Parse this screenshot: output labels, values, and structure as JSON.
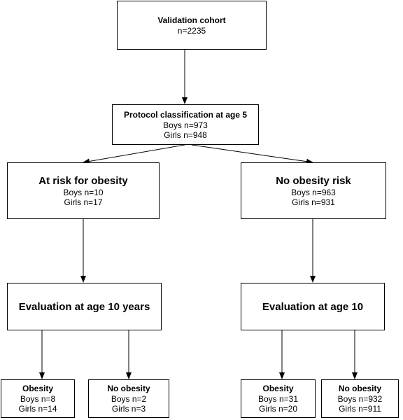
{
  "cohort": {
    "title": "Validation cohort",
    "n": "n=2235"
  },
  "protocol": {
    "title": "Protocol classification at age 5",
    "boys": "Boys n=973",
    "girls": "Girls n=948"
  },
  "risk": {
    "title": "At risk for obesity",
    "boys": "Boys n=10",
    "girls": "Girls n=17"
  },
  "norisk": {
    "title": "No obesity risk",
    "boys": "Boys n=963",
    "girls": "Girls n=931"
  },
  "eval_risk": {
    "title": "Evaluation at age 10 years"
  },
  "eval_norisk": {
    "title": "Evaluation at age 10"
  },
  "risk_obesity": {
    "title": "Obesity",
    "boys": "Boys n=8",
    "girls": "Girls n=14"
  },
  "risk_noobesity": {
    "title": "No obesity",
    "boys": "Boys n=2",
    "girls": "Girls n=3"
  },
  "norisk_obesity": {
    "title": "Obesity",
    "boys": "Boys n=31",
    "girls": "Girls n=20"
  },
  "norisk_noobesity": {
    "title": "No obesity",
    "boys": "Boys n=932",
    "girls": "Girls n=911"
  }
}
